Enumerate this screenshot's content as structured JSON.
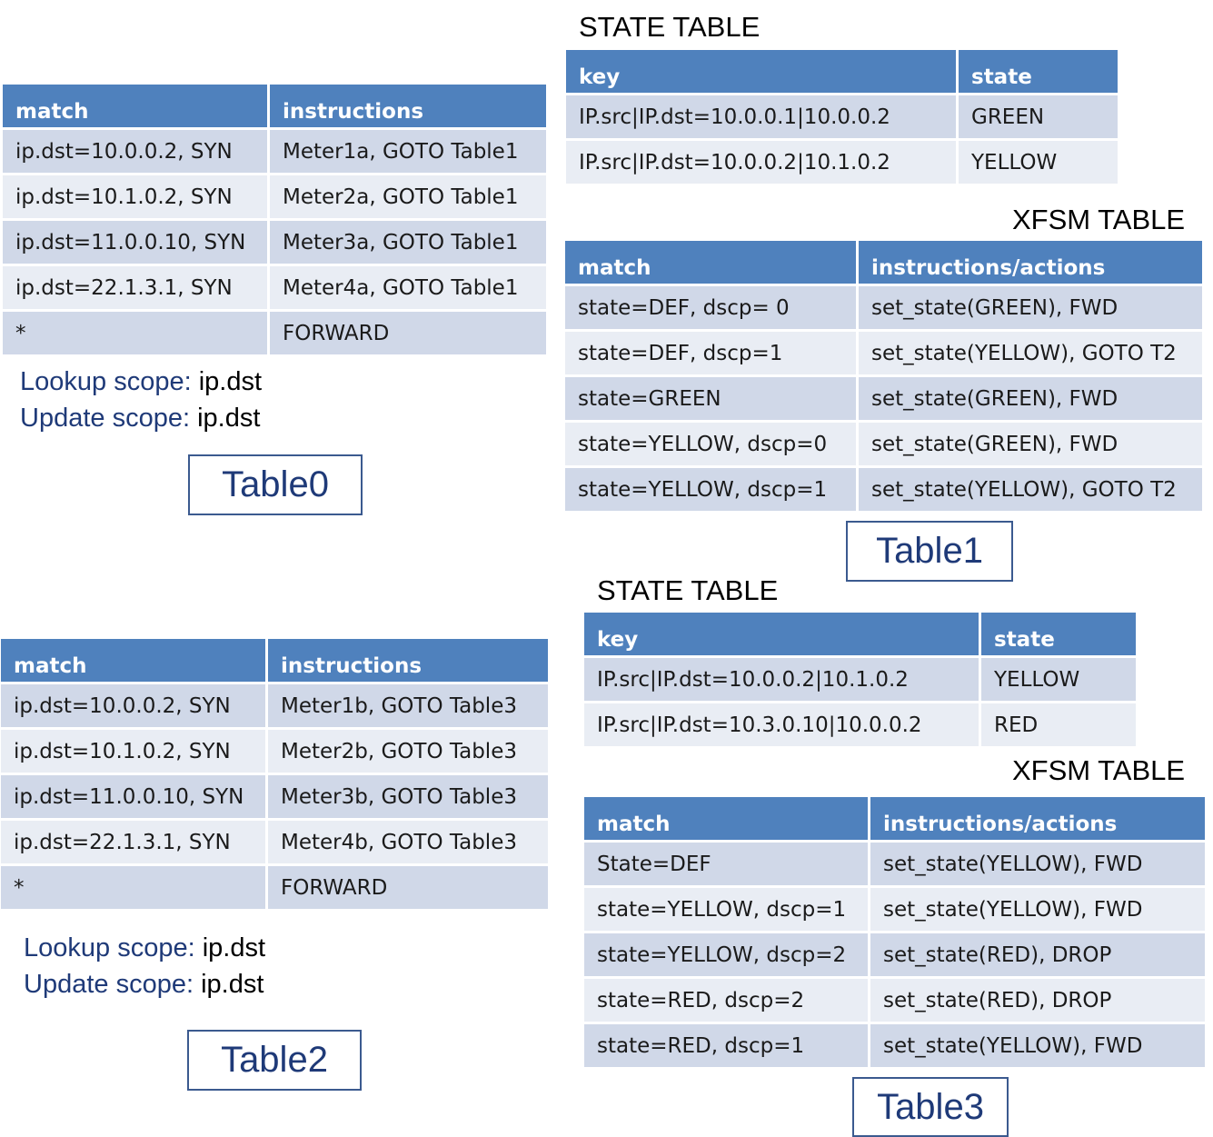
{
  "table0": {
    "match_table": {
      "headers": [
        "match",
        "instructions"
      ],
      "rows": [
        [
          "ip.dst=10.0.0.2, SYN",
          "Meter1a, GOTO Table1"
        ],
        [
          "ip.dst=10.1.0.2, SYN",
          "Meter2a, GOTO Table1"
        ],
        [
          "ip.dst=11.0.0.10, SYN",
          "Meter3a, GOTO Table1"
        ],
        [
          "ip.dst=22.1.3.1, SYN",
          "Meter4a, GOTO Table1"
        ],
        [
          "*",
          "FORWARD"
        ]
      ]
    },
    "lookup_label": "Lookup scope:",
    "lookup_value": "ip.dst",
    "update_label": "Update scope:",
    "update_value": "ip.dst",
    "name": "Table0"
  },
  "table1": {
    "state_title": "STATE TABLE",
    "state_table": {
      "headers": [
        "key",
        "state"
      ],
      "rows": [
        [
          "IP.src|IP.dst=10.0.0.1|10.0.0.2",
          "GREEN"
        ],
        [
          "IP.src|IP.dst=10.0.0.2|10.1.0.2",
          "YELLOW"
        ]
      ]
    },
    "xfsm_title": "XFSM TABLE",
    "xfsm_table": {
      "headers": [
        "match",
        "instructions/actions"
      ],
      "rows": [
        [
          "state=DEF, dscp= 0",
          "set_state(GREEN), FWD"
        ],
        [
          "state=DEF, dscp=1",
          "set_state(YELLOW), GOTO T2"
        ],
        [
          "state=GREEN",
          "set_state(GREEN), FWD"
        ],
        [
          "state=YELLOW,  dscp=0",
          "set_state(GREEN), FWD"
        ],
        [
          "state=YELLOW, dscp=1",
          "set_state(YELLOW), GOTO T2"
        ]
      ]
    },
    "name": "Table1"
  },
  "table2": {
    "match_table": {
      "headers": [
        "match",
        "instructions"
      ],
      "rows": [
        [
          "ip.dst=10.0.0.2, SYN",
          "Meter1b, GOTO Table3"
        ],
        [
          "ip.dst=10.1.0.2, SYN",
          "Meter2b, GOTO Table3"
        ],
        [
          "ip.dst=11.0.0.10, SYN",
          "Meter3b, GOTO Table3"
        ],
        [
          "ip.dst=22.1.3.1, SYN",
          "Meter4b, GOTO Table3"
        ],
        [
          "*",
          "FORWARD"
        ]
      ]
    },
    "lookup_label": "Lookup scope:",
    "lookup_value": "ip.dst",
    "update_label": "Update scope:",
    "update_value": "ip.dst",
    "name": "Table2"
  },
  "table3": {
    "state_title": "STATE TABLE",
    "state_table": {
      "headers": [
        "key",
        "state"
      ],
      "rows": [
        [
          "IP.src|IP.dst=10.0.0.2|10.1.0.2",
          "YELLOW"
        ],
        [
          "IP.src|IP.dst=10.3.0.10|10.0.0.2",
          "RED"
        ]
      ]
    },
    "xfsm_title": "XFSM TABLE",
    "xfsm_table": {
      "headers": [
        "match",
        "instructions/actions"
      ],
      "rows": [
        [
          "State=DEF",
          "set_state(YELLOW), FWD"
        ],
        [
          "state=YELLOW, dscp=1",
          "set_state(YELLOW), FWD"
        ],
        [
          "state=YELLOW, dscp=2",
          "set_state(RED), DROP"
        ],
        [
          "state=RED, dscp=2",
          "set_state(RED), DROP"
        ],
        [
          "state=RED, dscp=1",
          "set_state(YELLOW), FWD"
        ]
      ]
    },
    "name": "Table3"
  }
}
